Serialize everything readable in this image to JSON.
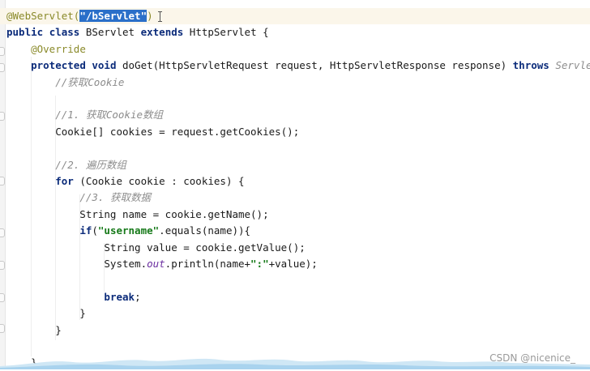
{
  "editor": {
    "lines": [
      {
        "segs": [
          [
            "annot",
            "@WebServlet("
          ],
          [
            "sel",
            "\"/bServlet\""
          ],
          [
            "annot",
            ")"
          ]
        ],
        "caret": true,
        "current": true
      },
      {
        "segs": [
          [
            "kw",
            "public"
          ],
          [
            "t",
            " "
          ],
          [
            "kw",
            "class"
          ],
          [
            "t",
            " BServlet "
          ],
          [
            "kw",
            "extends"
          ],
          [
            "t",
            " HttpServlet {"
          ]
        ]
      },
      {
        "segs": [
          [
            "t",
            "    "
          ],
          [
            "annot",
            "@Override"
          ]
        ]
      },
      {
        "segs": [
          [
            "t",
            "    "
          ],
          [
            "kw",
            "protected"
          ],
          [
            "t",
            " "
          ],
          [
            "kw",
            "void"
          ],
          [
            "t",
            " doGet(HttpServletRequest request, HttpServletResponse response) "
          ],
          [
            "kw",
            "throws"
          ],
          [
            "t",
            " "
          ],
          [
            "cmt",
            "Servle"
          ]
        ]
      },
      {
        "segs": [
          [
            "t",
            "        "
          ],
          [
            "cmt",
            "//获取Cookie"
          ]
        ]
      },
      {
        "segs": []
      },
      {
        "segs": [
          [
            "t",
            "        "
          ],
          [
            "cmt",
            "//1. 获取Cookie数组"
          ]
        ]
      },
      {
        "segs": [
          [
            "t",
            "        Cookie[] cookies = request.getCookies();"
          ]
        ]
      },
      {
        "segs": []
      },
      {
        "segs": [
          [
            "t",
            "        "
          ],
          [
            "cmt",
            "//2. 遍历数组"
          ]
        ]
      },
      {
        "segs": [
          [
            "t",
            "        "
          ],
          [
            "kw",
            "for"
          ],
          [
            "t",
            " (Cookie cookie : cookies) {"
          ]
        ]
      },
      {
        "segs": [
          [
            "t",
            "            "
          ],
          [
            "cmt",
            "//3. 获取数据"
          ]
        ]
      },
      {
        "segs": [
          [
            "t",
            "            String name = cookie.getName();"
          ]
        ]
      },
      {
        "segs": [
          [
            "t",
            "            "
          ],
          [
            "kw",
            "if"
          ],
          [
            "t",
            "("
          ],
          [
            "str",
            "\"username\""
          ],
          [
            "t",
            ".equals(name)){"
          ]
        ]
      },
      {
        "segs": [
          [
            "t",
            "                String value = cookie.getValue();"
          ]
        ]
      },
      {
        "segs": [
          [
            "t",
            "                System."
          ],
          [
            "field",
            "out"
          ],
          [
            "t",
            ".println(name+"
          ],
          [
            "str",
            "\":\""
          ],
          [
            "t",
            "+value);"
          ]
        ]
      },
      {
        "segs": []
      },
      {
        "segs": [
          [
            "t",
            "                "
          ],
          [
            "kw",
            "break"
          ],
          [
            "t",
            ";"
          ]
        ]
      },
      {
        "segs": [
          [
            "t",
            "            }"
          ]
        ]
      },
      {
        "segs": [
          [
            "t",
            "        }"
          ]
        ]
      },
      {
        "segs": []
      },
      {
        "segs": [
          [
            "t",
            "    }"
          ]
        ]
      }
    ]
  },
  "watermark": "CSDN @nicenice_",
  "colors": {
    "keyword": "#0b2b7a",
    "annotation": "#8a8a2a",
    "string": "#177a1a",
    "comment": "#8c8c8c",
    "selection": "#2a6fc9",
    "current_line": "#fbf6ea"
  }
}
